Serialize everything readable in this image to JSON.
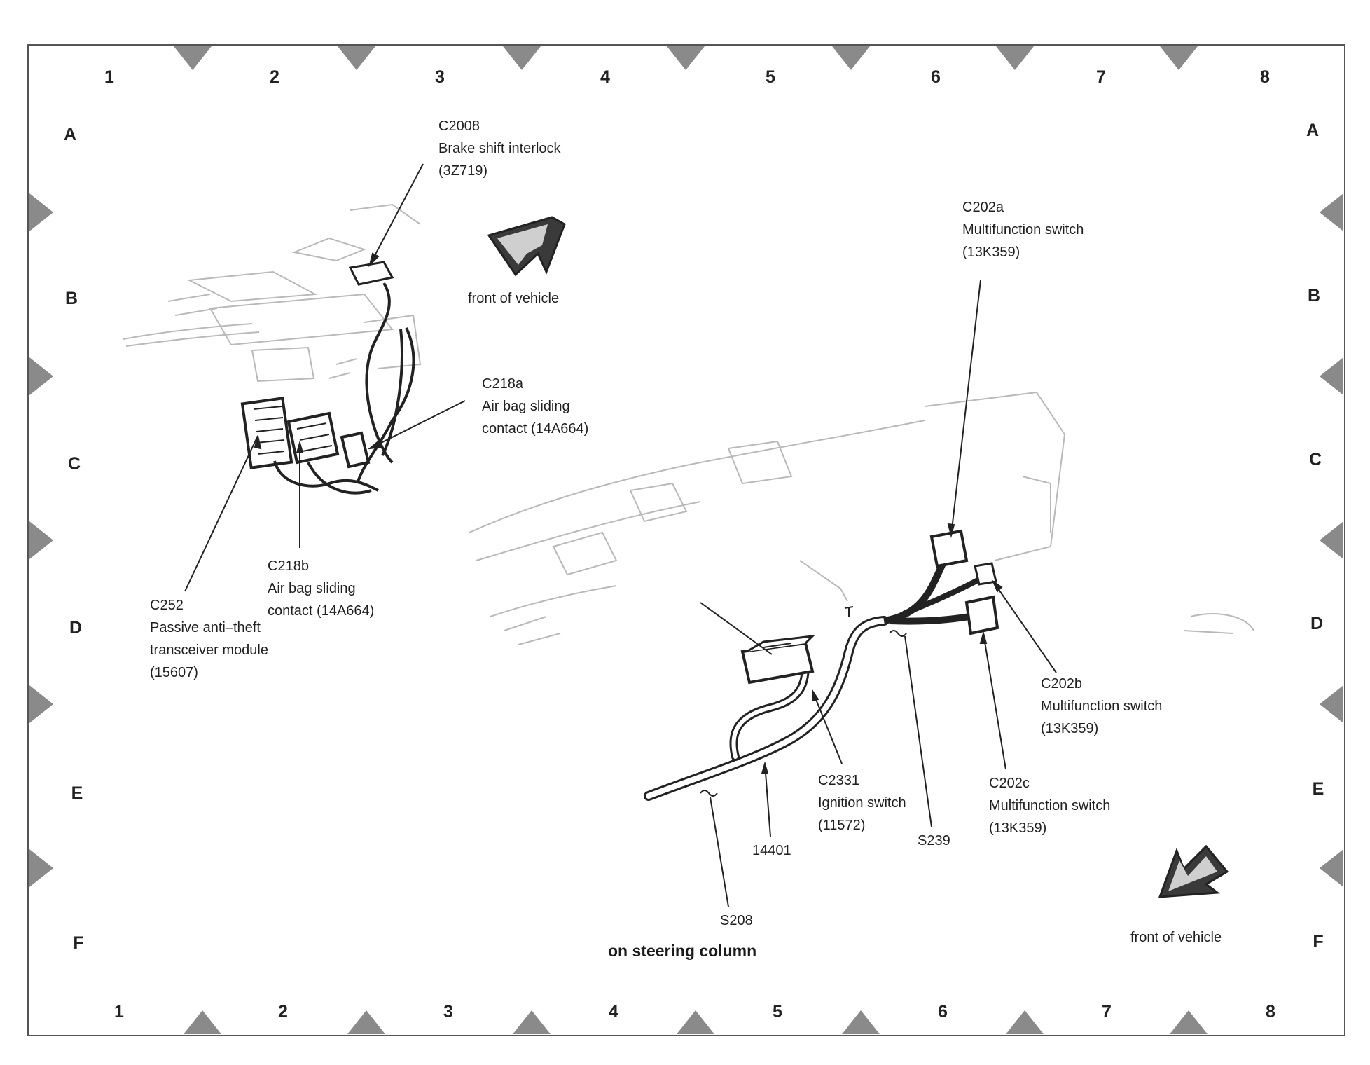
{
  "grid": {
    "columns": [
      "1",
      "2",
      "3",
      "4",
      "5",
      "6",
      "7",
      "8"
    ],
    "rows": [
      "A",
      "B",
      "C",
      "D",
      "E",
      "F"
    ]
  },
  "callouts": {
    "c2008": {
      "id": "C2008",
      "line1": "Brake shift interlock",
      "part": "(3Z719)"
    },
    "front_top": "front of vehicle",
    "c202a": {
      "id": "C202a",
      "line1": "Multifunction switch",
      "part": "(13K359)"
    },
    "c218a": {
      "id": "C218a",
      "line1": "Air bag sliding",
      "line2": "contact (14A664)"
    },
    "c218b": {
      "id": "C218b",
      "line1": "Air bag sliding",
      "line2": "contact (14A664)"
    },
    "c252": {
      "id": "C252",
      "line1": "Passive anti–theft",
      "line2": "transceiver module",
      "part": "(15607)"
    },
    "c202b": {
      "id": "C202b",
      "line1": "Multifunction switch",
      "part": "(13K359)"
    },
    "c2331": {
      "id": "C2331",
      "line1": "Ignition switch",
      "part": "(11572)"
    },
    "c202c": {
      "id": "C202c",
      "line1": "Multifunction switch",
      "part": "(13K359)"
    },
    "s239": "S239",
    "harness_14401": "14401",
    "s208": "S208",
    "front_bottom": "front of vehicle",
    "caption": "on steering column"
  },
  "colors": {
    "ink": "#1f1f1f",
    "marker": "#8a8a8a",
    "sketch": "#b9b9b9"
  }
}
